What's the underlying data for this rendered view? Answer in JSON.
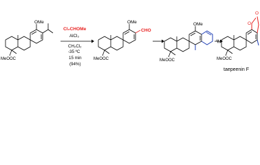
{
  "colors": {
    "reagent": "#e8201f",
    "new_ring": "#1f3fb4",
    "bond": "#000000"
  },
  "molecules": [
    {
      "substituent": "OMe",
      "ester": "MeOOC"
    },
    {
      "substituent": "OMe",
      "formyl": "CHO",
      "ester": "MeOOC"
    },
    {
      "substituent": "OMe",
      "ester": "MeOOC"
    },
    {
      "lactone_O": "O",
      "lactone_carbonyl_O": "O",
      "ester": "MeOOC",
      "name": "taepeenin F"
    }
  ],
  "reaction": {
    "reagent_1": "Cl₂CHOMe",
    "reagent_2": "AlCl₃",
    "solvent": "CH₂Cl₂",
    "temperature": "-35 ºC",
    "time": "15 min",
    "yield": "(94%)"
  }
}
